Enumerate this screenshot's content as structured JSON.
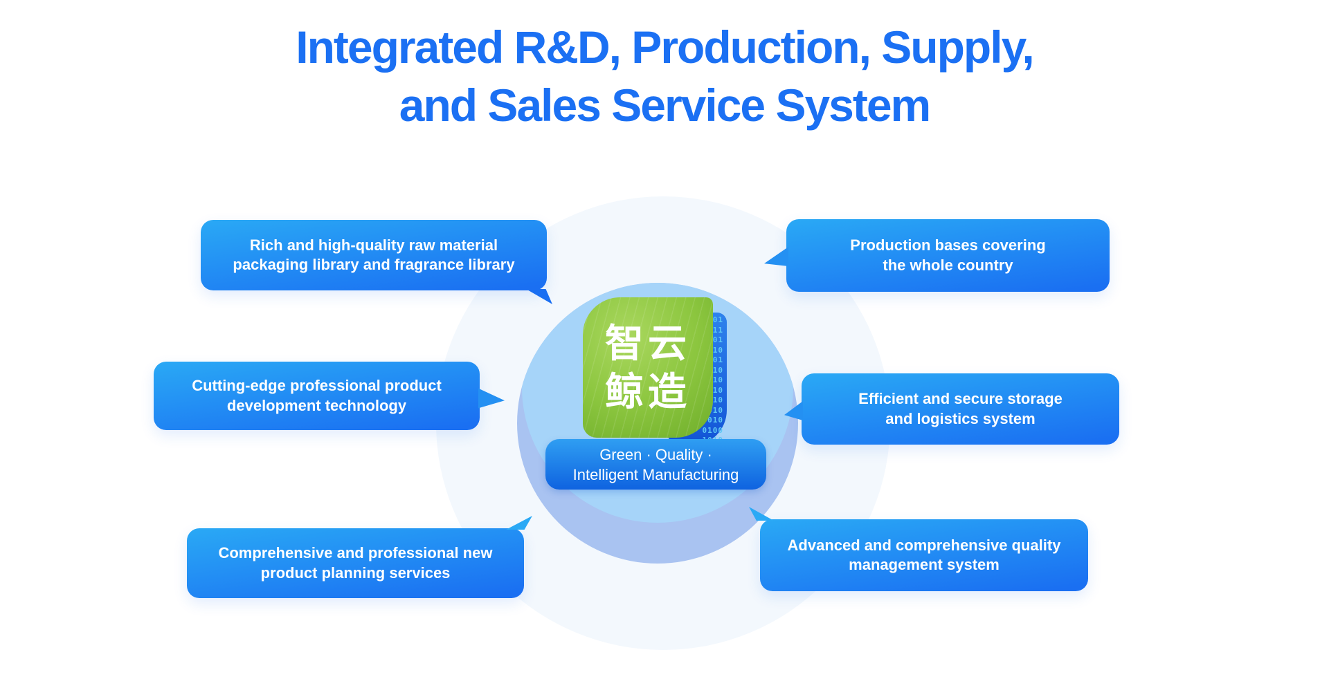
{
  "title": {
    "line1": "Integrated R&D, Production, Supply,",
    "line2": "and Sales Service System"
  },
  "logo": {
    "chars_row1": "智云",
    "chars_row2": "鲸造",
    "binary_text": "01\n011\n01\n10\n101\n10\n010\n10\n010\n1010\n010\n0100\n1010"
  },
  "badge": {
    "line1": "Green · Quality ·",
    "line2": "Intelligent Manufacturing"
  },
  "callouts": {
    "top_left": {
      "line1": "Rich and high-quality raw material",
      "line2": "packaging library and fragrance library"
    },
    "middle_left": {
      "line1": "Cutting-edge professional product",
      "line2": "development technology"
    },
    "bottom_left": {
      "line1": "Comprehensive and professional new",
      "line2": "product planning services"
    },
    "top_right": {
      "line1": "Production bases covering",
      "line2": "the whole country"
    },
    "middle_right": {
      "line1": "Efficient and secure storage",
      "line2": "and logistics system"
    },
    "bottom_right": {
      "line1": "Advanced and comprehensive quality",
      "line2": "management system"
    }
  },
  "colors": {
    "title_blue": "#1b70f3",
    "callout_gradient_top": "#2aa9f5",
    "callout_gradient_bottom": "#1a6ff2",
    "badge_gradient_top": "#2f9ef2",
    "badge_gradient_bottom": "#0f63e0",
    "logo_green": "#8cc63f",
    "binary_blue": "#1254d6",
    "binary_digit": "#5fc8f4",
    "disk_light": "#a6d4f9",
    "disk_base": "#a9c3f1",
    "halo": "#f3f8fd"
  }
}
